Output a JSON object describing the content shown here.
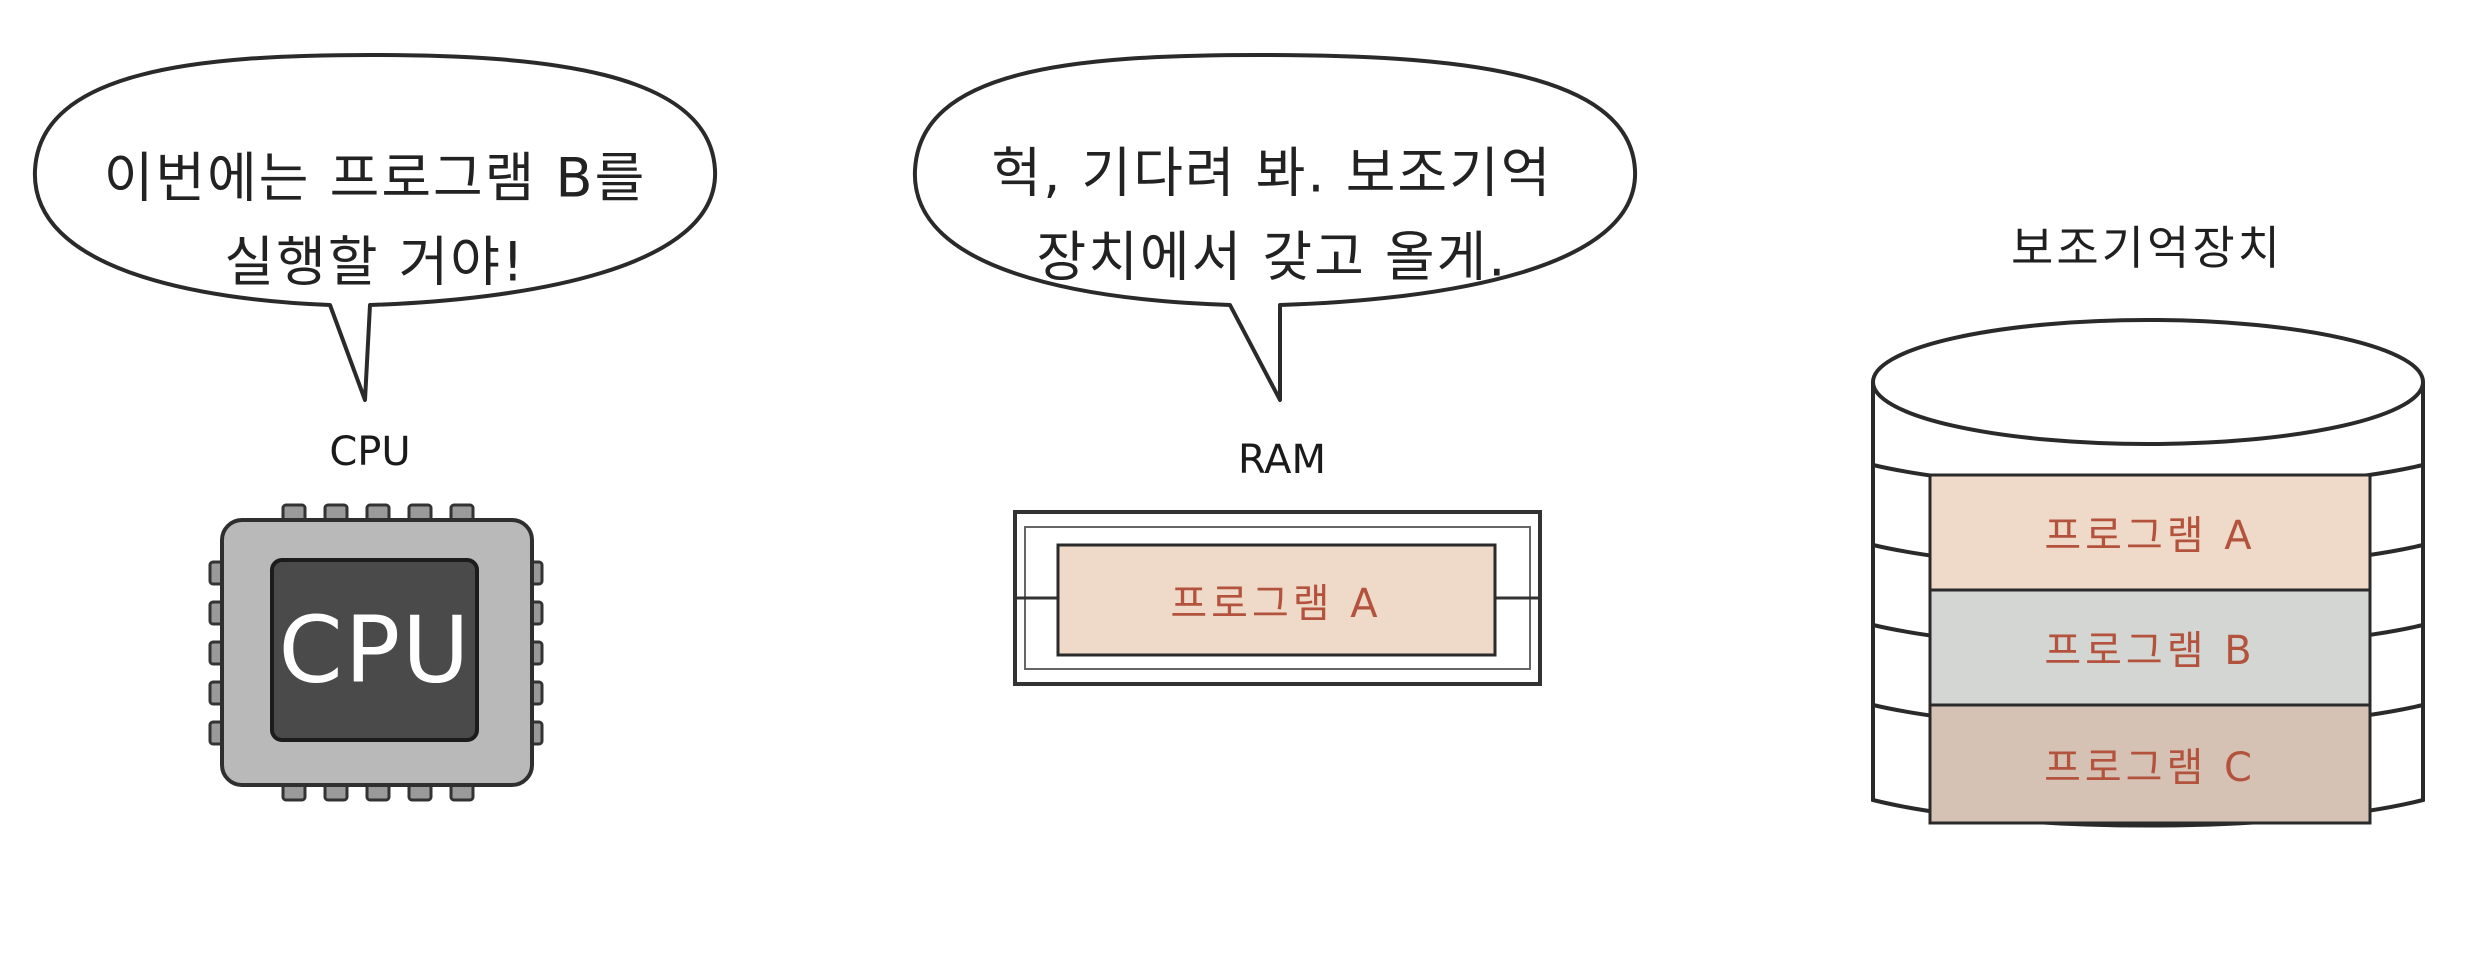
{
  "cpu": {
    "speech": "이번에는 프로그램 B를\n실행할 거야!",
    "label": "CPU",
    "chip_text": "CPU"
  },
  "ram": {
    "speech": "헉, 기다려 봐. 보조기억\n장치에서 갖고 올게.",
    "label": "RAM",
    "program": "프로그램 A"
  },
  "storage": {
    "title": "보조기억장치",
    "programs": [
      "프로그램 A",
      "프로그램 B",
      "프로그램 C"
    ]
  },
  "colors": {
    "program_a": "#efd9c8",
    "program_b": "#d4d6d3",
    "program_c": "#d6c2b4",
    "program_text": "#b3533e",
    "chip_body": "#b9b9b9",
    "chip_core": "#4a4a4a"
  }
}
